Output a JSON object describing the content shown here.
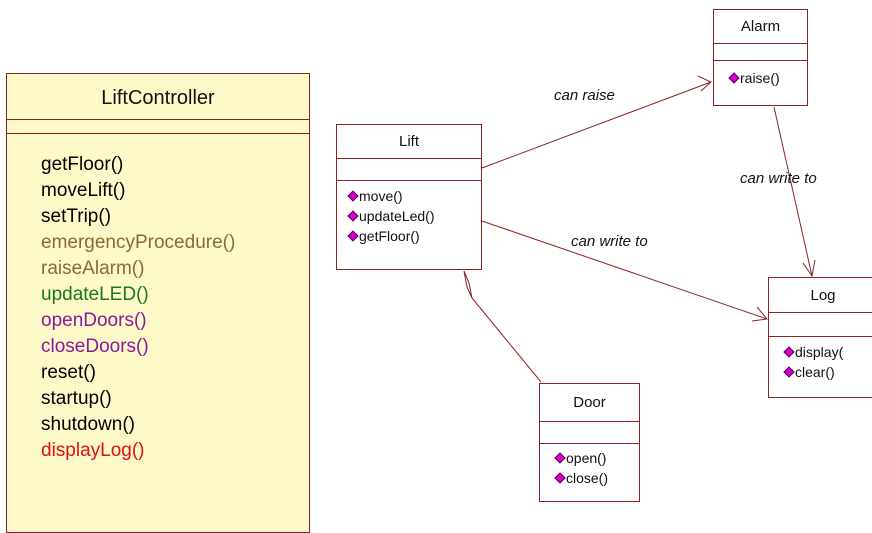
{
  "lift_controller": {
    "name": "LiftController",
    "operations": [
      {
        "label": "getFloor()",
        "color": "#000000"
      },
      {
        "label": "moveLift()",
        "color": "#000000"
      },
      {
        "label": "setTrip()",
        "color": "#000000"
      },
      {
        "label": "emergencyProcedure()",
        "color": "#8b6a3a"
      },
      {
        "label": "raiseAlarm()",
        "color": "#8b6a3a"
      },
      {
        "label": "updateLED()",
        "color": "#1a7a1a"
      },
      {
        "label": "openDoors()",
        "color": "#8b1a9a"
      },
      {
        "label": "closeDoors()",
        "color": "#8b1a9a"
      },
      {
        "label": "reset()",
        "color": "#000000"
      },
      {
        "label": "startup()",
        "color": "#000000"
      },
      {
        "label": "shutdown()",
        "color": "#000000"
      },
      {
        "label": "displayLog()",
        "color": "#e01010"
      }
    ]
  },
  "lift": {
    "name": "Lift",
    "operations": [
      "move()",
      "updateLed()",
      "getFloor()"
    ]
  },
  "alarm": {
    "name": "Alarm",
    "operations": [
      "raise()"
    ]
  },
  "log": {
    "name": "Log",
    "operations": [
      "display(",
      "clear()"
    ]
  },
  "door": {
    "name": "Door",
    "operations": [
      "open()",
      "close()"
    ]
  },
  "relations": {
    "lift_alarm": "can raise",
    "lift_log": "can write to",
    "alarm_log": "can write to"
  },
  "colors": {
    "border": "#8b2323",
    "panel_bg": "#fdf9c9",
    "op_icon": "#d000c8"
  }
}
